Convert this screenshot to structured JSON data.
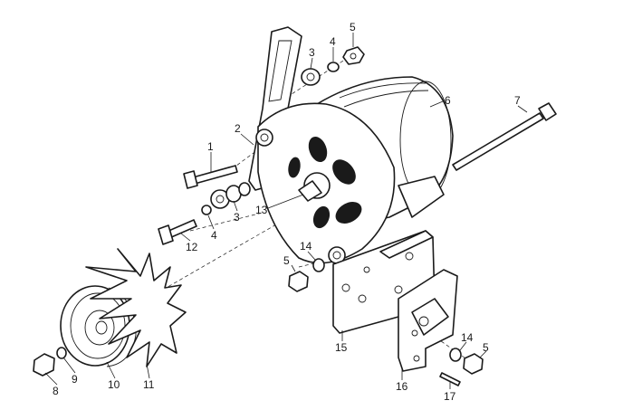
{
  "labels": {
    "n1": "1",
    "n2": "2",
    "n3a": "3",
    "n3b": "3",
    "n4a": "4",
    "n4b": "4",
    "n5a": "5",
    "n5b": "5",
    "n5c": "5",
    "n6": "6",
    "n7": "7",
    "n8": "8",
    "n9": "9",
    "n10": "10",
    "n11": "11",
    "n12": "12",
    "n13": "13",
    "n14a": "14",
    "n14b": "14",
    "n15": "15",
    "n16": "16",
    "n17": "17"
  },
  "colors": {
    "ink": "#1a1a1a",
    "paper": "#ffffff"
  }
}
